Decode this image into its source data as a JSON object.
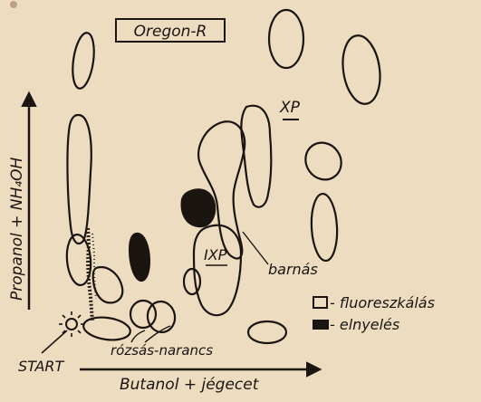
{
  "title": "Oregon-R",
  "axes": {
    "y_label": "Propanol + NH₄OH",
    "x_label": "Butanol + jégecet"
  },
  "spot_labels": {
    "start": "START",
    "xp": "XP",
    "ixp": "IXP",
    "barnas": "barnás",
    "rozsas_narancs": "rózsás-narancs"
  },
  "legend": {
    "fluorescent": "- fluoreszkálás",
    "absorption": "- elnyelés"
  },
  "colors": {
    "paper": "#eddcbf",
    "ink": "#1a1510"
  }
}
